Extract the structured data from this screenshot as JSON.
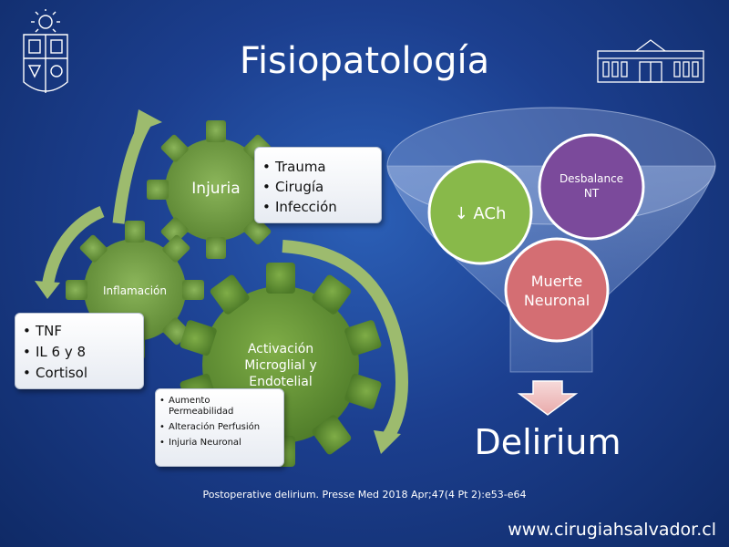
{
  "slide": {
    "title": "Fisiopatología",
    "citation": "Postoperative delirium. Presse Med 2018 Apr;47(4 Pt 2):e53-e64",
    "website": "www.cirugiahsalvador.cl"
  },
  "gears": {
    "injuria": "Injuria",
    "inflamacion": "Inflamación",
    "activacion": [
      "Activación",
      "Microglial y",
      "Endotelial"
    ]
  },
  "callouts": {
    "injuria": [
      "Trauma",
      "Cirugía",
      "Infección"
    ],
    "inflamacion": [
      "TNF",
      "IL 6 y 8",
      "Cortisol"
    ],
    "activacion": [
      "Aumento Permeabilidad",
      "Alteración Perfusión",
      "Injuria Neuronal"
    ]
  },
  "funnel": {
    "circles": {
      "ach": "↓ ACh",
      "desbalance": [
        "Desbalance",
        "NT"
      ],
      "muerte": [
        "Muerte",
        "Neuronal"
      ]
    },
    "result": "Delirium"
  },
  "colors": {
    "gear_green": "#6e9a3f",
    "arrow_green": "#9dbb6e",
    "circle_ach": "#88b94a",
    "circle_desbalance": "#7b4a9b",
    "circle_muerte": "#d46e73",
    "down_arrow": "#f2c7c7"
  }
}
